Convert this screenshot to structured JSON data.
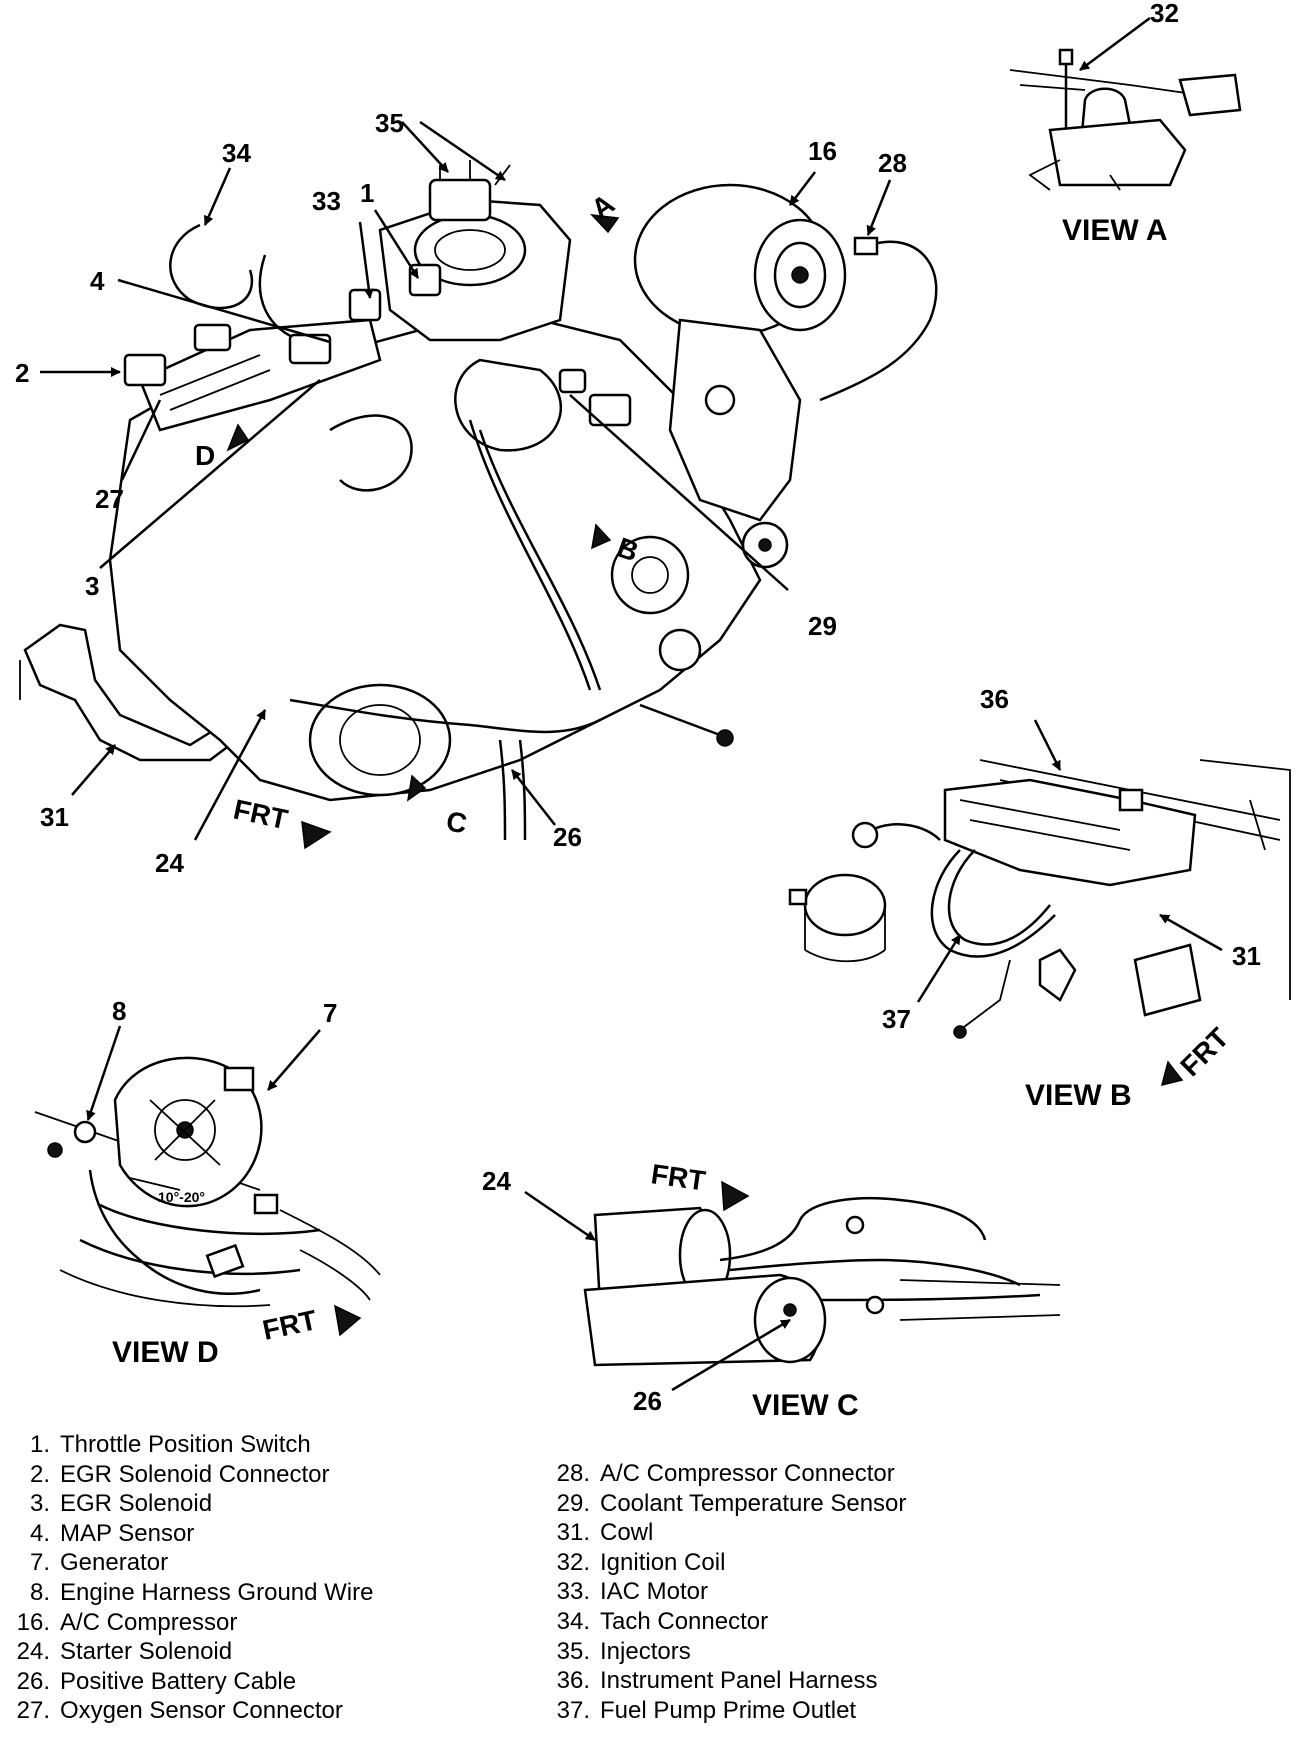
{
  "views": {
    "a": "VIEW A",
    "b": "VIEW B",
    "c": "VIEW C",
    "d": "VIEW D"
  },
  "frt_label": "FRT",
  "arrow_letters": {
    "a": "A",
    "b": "B",
    "c": "C",
    "d": "D"
  },
  "angle_label": "10°-20°",
  "callouts": {
    "n32": "32",
    "n35": "35",
    "n34": "34",
    "n16": "16",
    "n28": "28",
    "n33": "33",
    "n1": "1",
    "n4": "4",
    "n2": "2",
    "n27": "27",
    "n3": "3",
    "n29": "29",
    "n31": "31",
    "n24": "24",
    "n26": "26",
    "n36": "36",
    "n37": "37",
    "n8": "8",
    "n7": "7"
  },
  "legend_left": [
    {
      "num": "1.",
      "label": "Throttle Position Switch"
    },
    {
      "num": "2.",
      "label": "EGR Solenoid Connector"
    },
    {
      "num": "3.",
      "label": "EGR Solenoid"
    },
    {
      "num": "4.",
      "label": "MAP Sensor"
    },
    {
      "num": "7.",
      "label": "Generator"
    },
    {
      "num": "8.",
      "label": "Engine Harness Ground Wire"
    },
    {
      "num": "16.",
      "label": "A/C Compressor"
    },
    {
      "num": "24.",
      "label": "Starter Solenoid"
    },
    {
      "num": "26.",
      "label": "Positive Battery Cable"
    },
    {
      "num": "27.",
      "label": "Oxygen Sensor Connector"
    }
  ],
  "legend_right": [
    {
      "num": "28.",
      "label": "A/C Compressor Connector"
    },
    {
      "num": "29.",
      "label": "Coolant Temperature Sensor"
    },
    {
      "num": "31.",
      "label": "Cowl"
    },
    {
      "num": "32.",
      "label": "Ignition Coil"
    },
    {
      "num": "33.",
      "label": "IAC Motor"
    },
    {
      "num": "34.",
      "label": "Tach Connector"
    },
    {
      "num": "35.",
      "label": "Injectors"
    },
    {
      "num": "36.",
      "label": "Instrument Panel Harness"
    },
    {
      "num": "37.",
      "label": "Fuel Pump Prime Outlet"
    }
  ]
}
